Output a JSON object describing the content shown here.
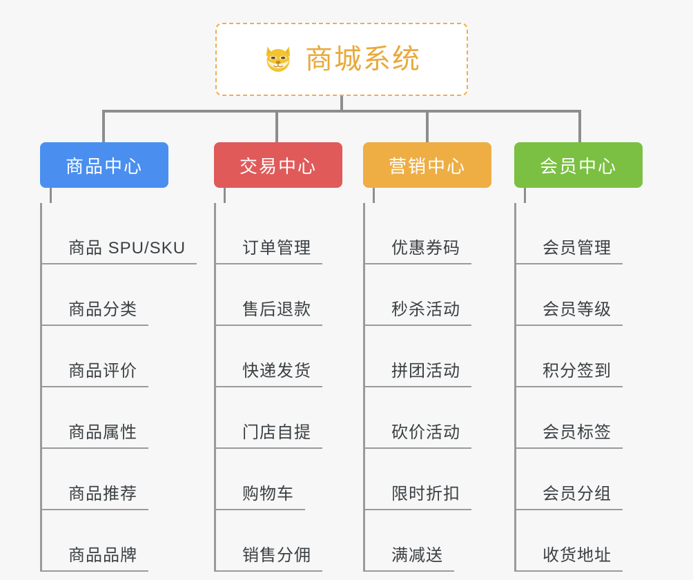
{
  "root": {
    "title": "商城系统",
    "logo_icon": "shiba-inu-dog-icon",
    "border_color": "#f0ad4e",
    "text_color": "#e8a93c"
  },
  "colors": {
    "background": "#f7f7f7",
    "connector": "#8d8d8d",
    "leaf_rule": "#9a9a9a",
    "leaf_text": "#3b4043"
  },
  "categories": [
    {
      "label": "商品中心",
      "color": "#4a8ff0",
      "items": [
        "商品 SPU/SKU",
        "商品分类",
        "商品评价",
        "商品属性",
        "商品推荐",
        "商品品牌"
      ]
    },
    {
      "label": "交易中心",
      "color": "#e05a5a",
      "items": [
        "订单管理",
        "售后退款",
        "快递发货",
        "门店自提",
        "购物车",
        "销售分佣"
      ]
    },
    {
      "label": "营销中心",
      "color": "#eeae44",
      "items": [
        "优惠券码",
        "秒杀活动",
        "拼团活动",
        "砍价活动",
        "限时折扣",
        "满减送"
      ]
    },
    {
      "label": "会员中心",
      "color": "#7bc043",
      "items": [
        "会员管理",
        "会员等级",
        "积分签到",
        "会员标签",
        "会员分组",
        "收货地址"
      ]
    }
  ]
}
